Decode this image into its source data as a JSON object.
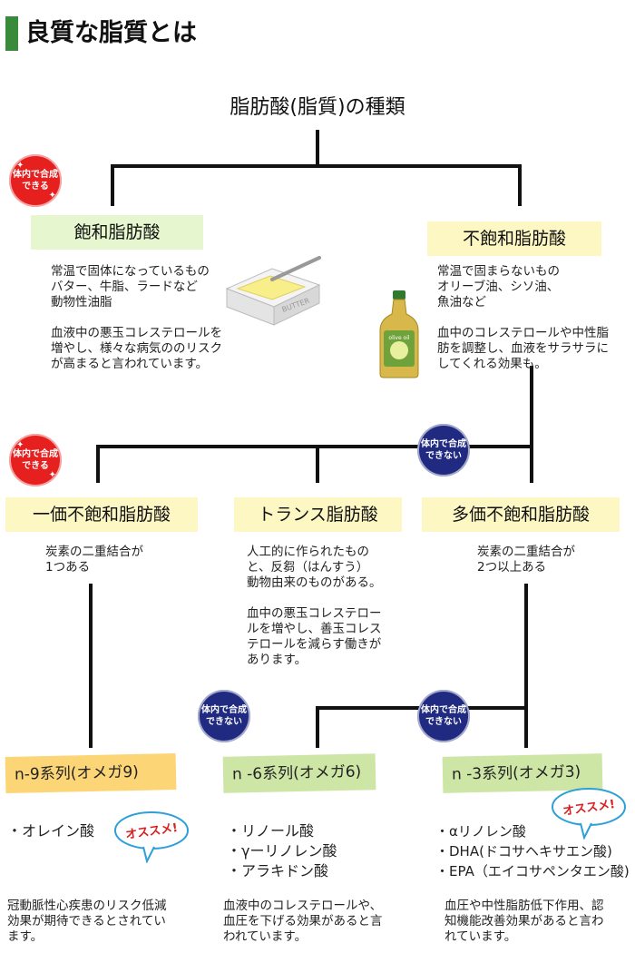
{
  "title": "良質な脂質とは",
  "heading": "脂肪酸(脂質)の種類",
  "colors": {
    "accent": "#3a8a3c",
    "red_badge": "#e5201f",
    "navy_badge": "#1f2a80"
  },
  "badges": {
    "can": "体内で合成\nできる",
    "cannot": "体内で合成\nできない"
  },
  "saturated": {
    "label": "飽和脂肪酸",
    "desc": "常温で固体になっているもの\nバター、牛脂、ラードなど\n動物性油脂\n\n血液中の悪玉コレステロールを\n増やし、様々な病気ののリスク\nが高まると言われています。",
    "butter": "BUTTER"
  },
  "unsaturated": {
    "label": "不飽和脂肪酸",
    "desc": "常温で固まらないもの\nオリーブ油、シソ油、\n魚油など\n\n血中のコレステロールや中性脂\n肪を調整し、血液をサラサラに\nしてくれる効果も。",
    "bottle": "olive oil"
  },
  "mono": {
    "label": "一価不飽和脂肪酸",
    "desc": "炭素の二重結合が\n1つある"
  },
  "trans": {
    "label": "トランス脂肪酸",
    "desc": "人工的に作られたもの\nと、反芻（はんすう）\n動物由来のものがある。\n\n血中の悪玉コレステロー\nルを増やし、善玉コレス\nテロールを減らす働きが\nあります。"
  },
  "poly": {
    "label": "多価不飽和脂肪酸",
    "desc": "炭素の二重結合が\n2つ以上ある"
  },
  "n9": {
    "label": "n-9系列(オメガ9)",
    "items": "・オレイン酸",
    "desc": "冠動脈性心疾患のリスク低減\n効果が期待できるとされてい\nます。"
  },
  "n6": {
    "label": "n -6系列(オメガ6)",
    "items": "・リノール酸\n・γーリノレン酸\n・アラキドン酸",
    "desc": "血液中のコレステロールや、\n血圧を下げる効果があると言\nわれています。"
  },
  "n3": {
    "label": "n -3系列(オメガ3)",
    "items": "・αリノレン酸\n・DHA(ドコサヘキサエン酸)\n・EPA（エイコサペンタエン酸)",
    "desc": "血圧や中性脂肪低下作用、認\n知機能改善効果があると言わ\nれています。"
  },
  "recommend": "オススメ!"
}
